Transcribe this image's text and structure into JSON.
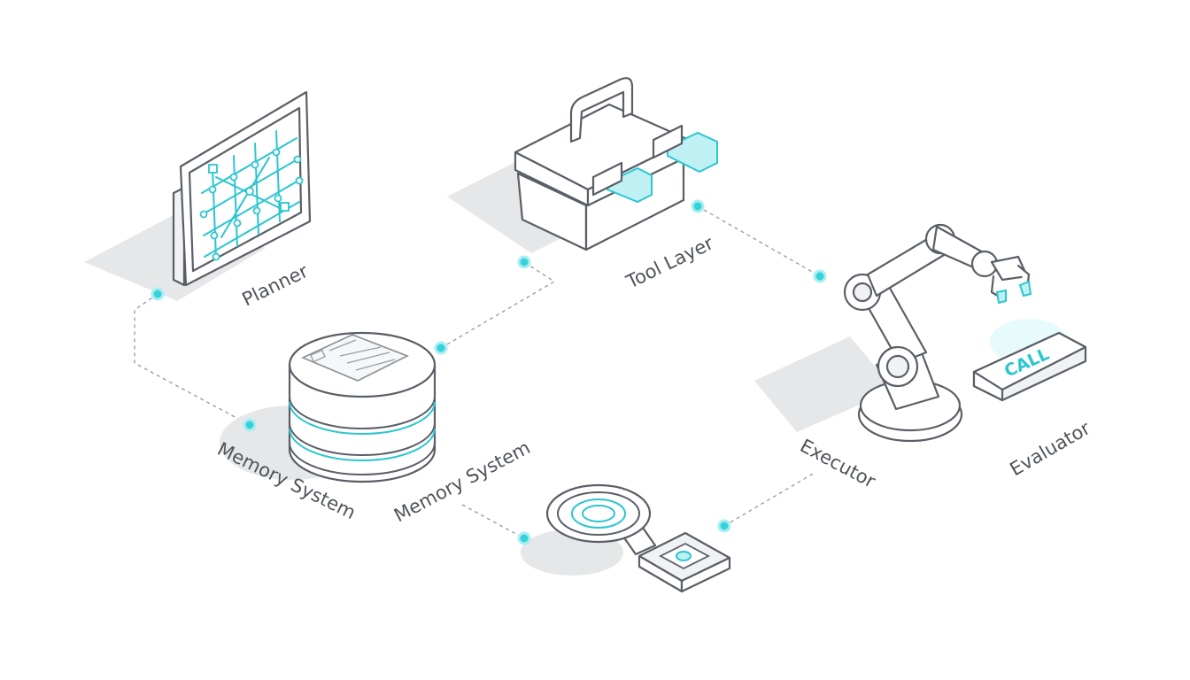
{
  "labels": {
    "planner": "Planner",
    "tool_layer": "Tool Layer",
    "memory_system_left": "Memory System",
    "memory_system_right": "Memory System",
    "executor": "Executor",
    "evaluator": "Evaluator"
  },
  "badge": {
    "call": "CALL"
  },
  "icons": {
    "planner": "grid-board-icon",
    "tool_layer": "toolbox-icon",
    "memory": "database-stack-icon",
    "retriever": "magnifier-key-icon",
    "executor": "robot-arm-icon",
    "evaluator": "call-button-icon"
  },
  "colors": {
    "accent": "#2cc6cf",
    "line": "#5a5f66",
    "shadow": "#e6e7e9"
  }
}
